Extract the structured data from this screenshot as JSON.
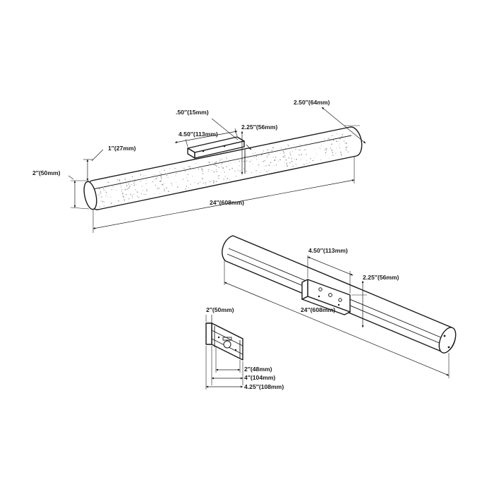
{
  "diagram": {
    "view1": {
      "dim_lens_width": ".50″(15mm)",
      "dim_top_depth": "2.50″(64mm)",
      "dim_mount_length": "4.50″(113mm)",
      "dim_mount_height": "2.25″(56mm)",
      "dim_end_offset": "1″(27mm)",
      "dim_diameter": "2″(50mm)",
      "dim_length": "24″(608mm)"
    },
    "view2": {
      "dim_mount_length": "4.50″(113mm)",
      "dim_projection": "2.25″(56mm)",
      "dim_length": "24″(608mm)"
    },
    "view3": {
      "dim_height": "2″(50mm)",
      "dim_width_a": "2″(48mm)",
      "dim_width_b": "4″(104mm)",
      "dim_width_c": "4.25″(108mm)"
    }
  }
}
